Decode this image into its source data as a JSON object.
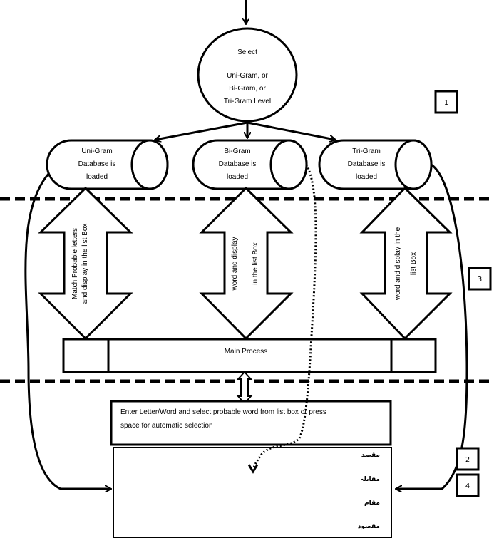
{
  "start_node": {
    "lines": [
      "Select",
      "",
      "Uni-Gram, or",
      "Bi-Gram, or",
      "Tri-Gram Level"
    ]
  },
  "databases": [
    {
      "id": "uni",
      "lines": [
        "Uni-Gram",
        "Database is",
        "loaded"
      ]
    },
    {
      "id": "bi",
      "lines": [
        "Bi-Gram",
        "Database is",
        "loaded"
      ]
    },
    {
      "id": "tri",
      "lines": [
        "Tri-Gram",
        "Database is",
        "loaded"
      ]
    }
  ],
  "arrows": [
    {
      "id": "uni",
      "lines": [
        "Match Probable letters",
        "and display in the list Box"
      ]
    },
    {
      "id": "bi",
      "lines": [
        "word and display",
        "in the list Box"
      ]
    },
    {
      "id": "tri",
      "lines": [
        "word and display in the",
        "list Box"
      ]
    }
  ],
  "main_process": {
    "label": "Main Process"
  },
  "input_box": {
    "lines": [
      "Enter Letter/Word and select probable word from list box or press",
      "space for automatic selection"
    ]
  },
  "list_box": {
    "items": [
      "مقصد",
      "مقابلہ",
      "مقام",
      "مقصود"
    ]
  },
  "section_markers": [
    "1",
    "3",
    "2",
    "4"
  ]
}
